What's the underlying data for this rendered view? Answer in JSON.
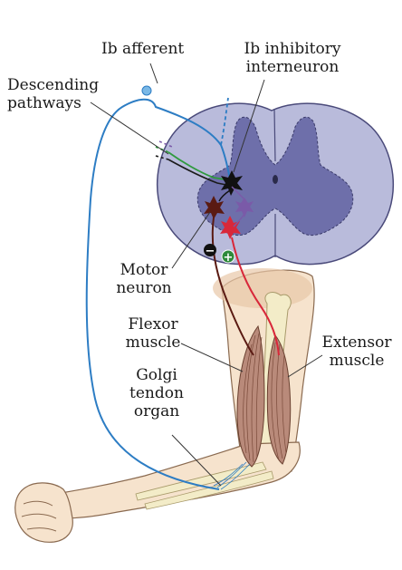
{
  "labels": {
    "ib_afferent": "Ib afferent",
    "ib_inhibitory_1": "Ib inhibitory",
    "ib_inhibitory_2": "interneuron",
    "descending_1": "Descending",
    "descending_2": "pathways",
    "motor_1": "Motor",
    "motor_2": "neuron",
    "flexor_1": "Flexor",
    "flexor_2": "muscle",
    "extensor_1": "Extensor",
    "extensor_2": "muscle",
    "golgi_1": "Golgi",
    "golgi_2": "tendon",
    "golgi_3": "organ",
    "minus_sign": "−",
    "plus_sign": "+"
  },
  "colors": {
    "skin": "#f6e3cd",
    "skin_outline": "#8a6a50",
    "white_matter": "#b9bbdb",
    "gray_matter": "#6e6faa",
    "afferent_blue": "#2d7dc4",
    "descending_green": "#2f9a3e",
    "motor_dark_red": "#5a1a12",
    "excitatory_red": "#d8283a",
    "interneuron_purple": "#7a5aa8",
    "muscle": "#b98a7a",
    "bone": "#f3ecc8",
    "plus_circle": "#2e8a3a",
    "minus_circle": "#111111"
  },
  "icons": [
    "inhibitory-minus-icon",
    "excitatory-plus-icon"
  ]
}
